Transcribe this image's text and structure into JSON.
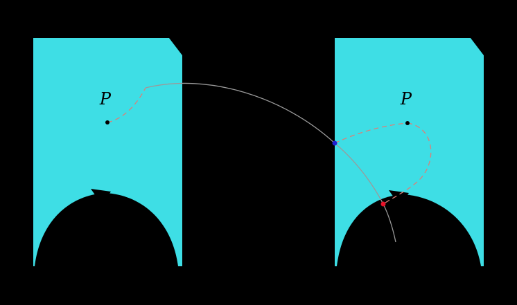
{
  "figure": {
    "description": "Covering space diagram: two cyan strips with black dome cutouts, basepoints labeled P, a gray path crossing between strips with a blue crossing point and a red endpoint, connected by dashed homotopy curves",
    "left_panel": {
      "point_label": "P"
    },
    "right_panel": {
      "point_label": "P"
    }
  },
  "colors": {
    "background": "#000000",
    "region": "#3EDEE5",
    "curve_gray": "#9a9a9a",
    "curve_dashed": "#db8078",
    "point_black": "#000000",
    "point_blue": "#2020d0",
    "point_red": "#e8132a"
  }
}
